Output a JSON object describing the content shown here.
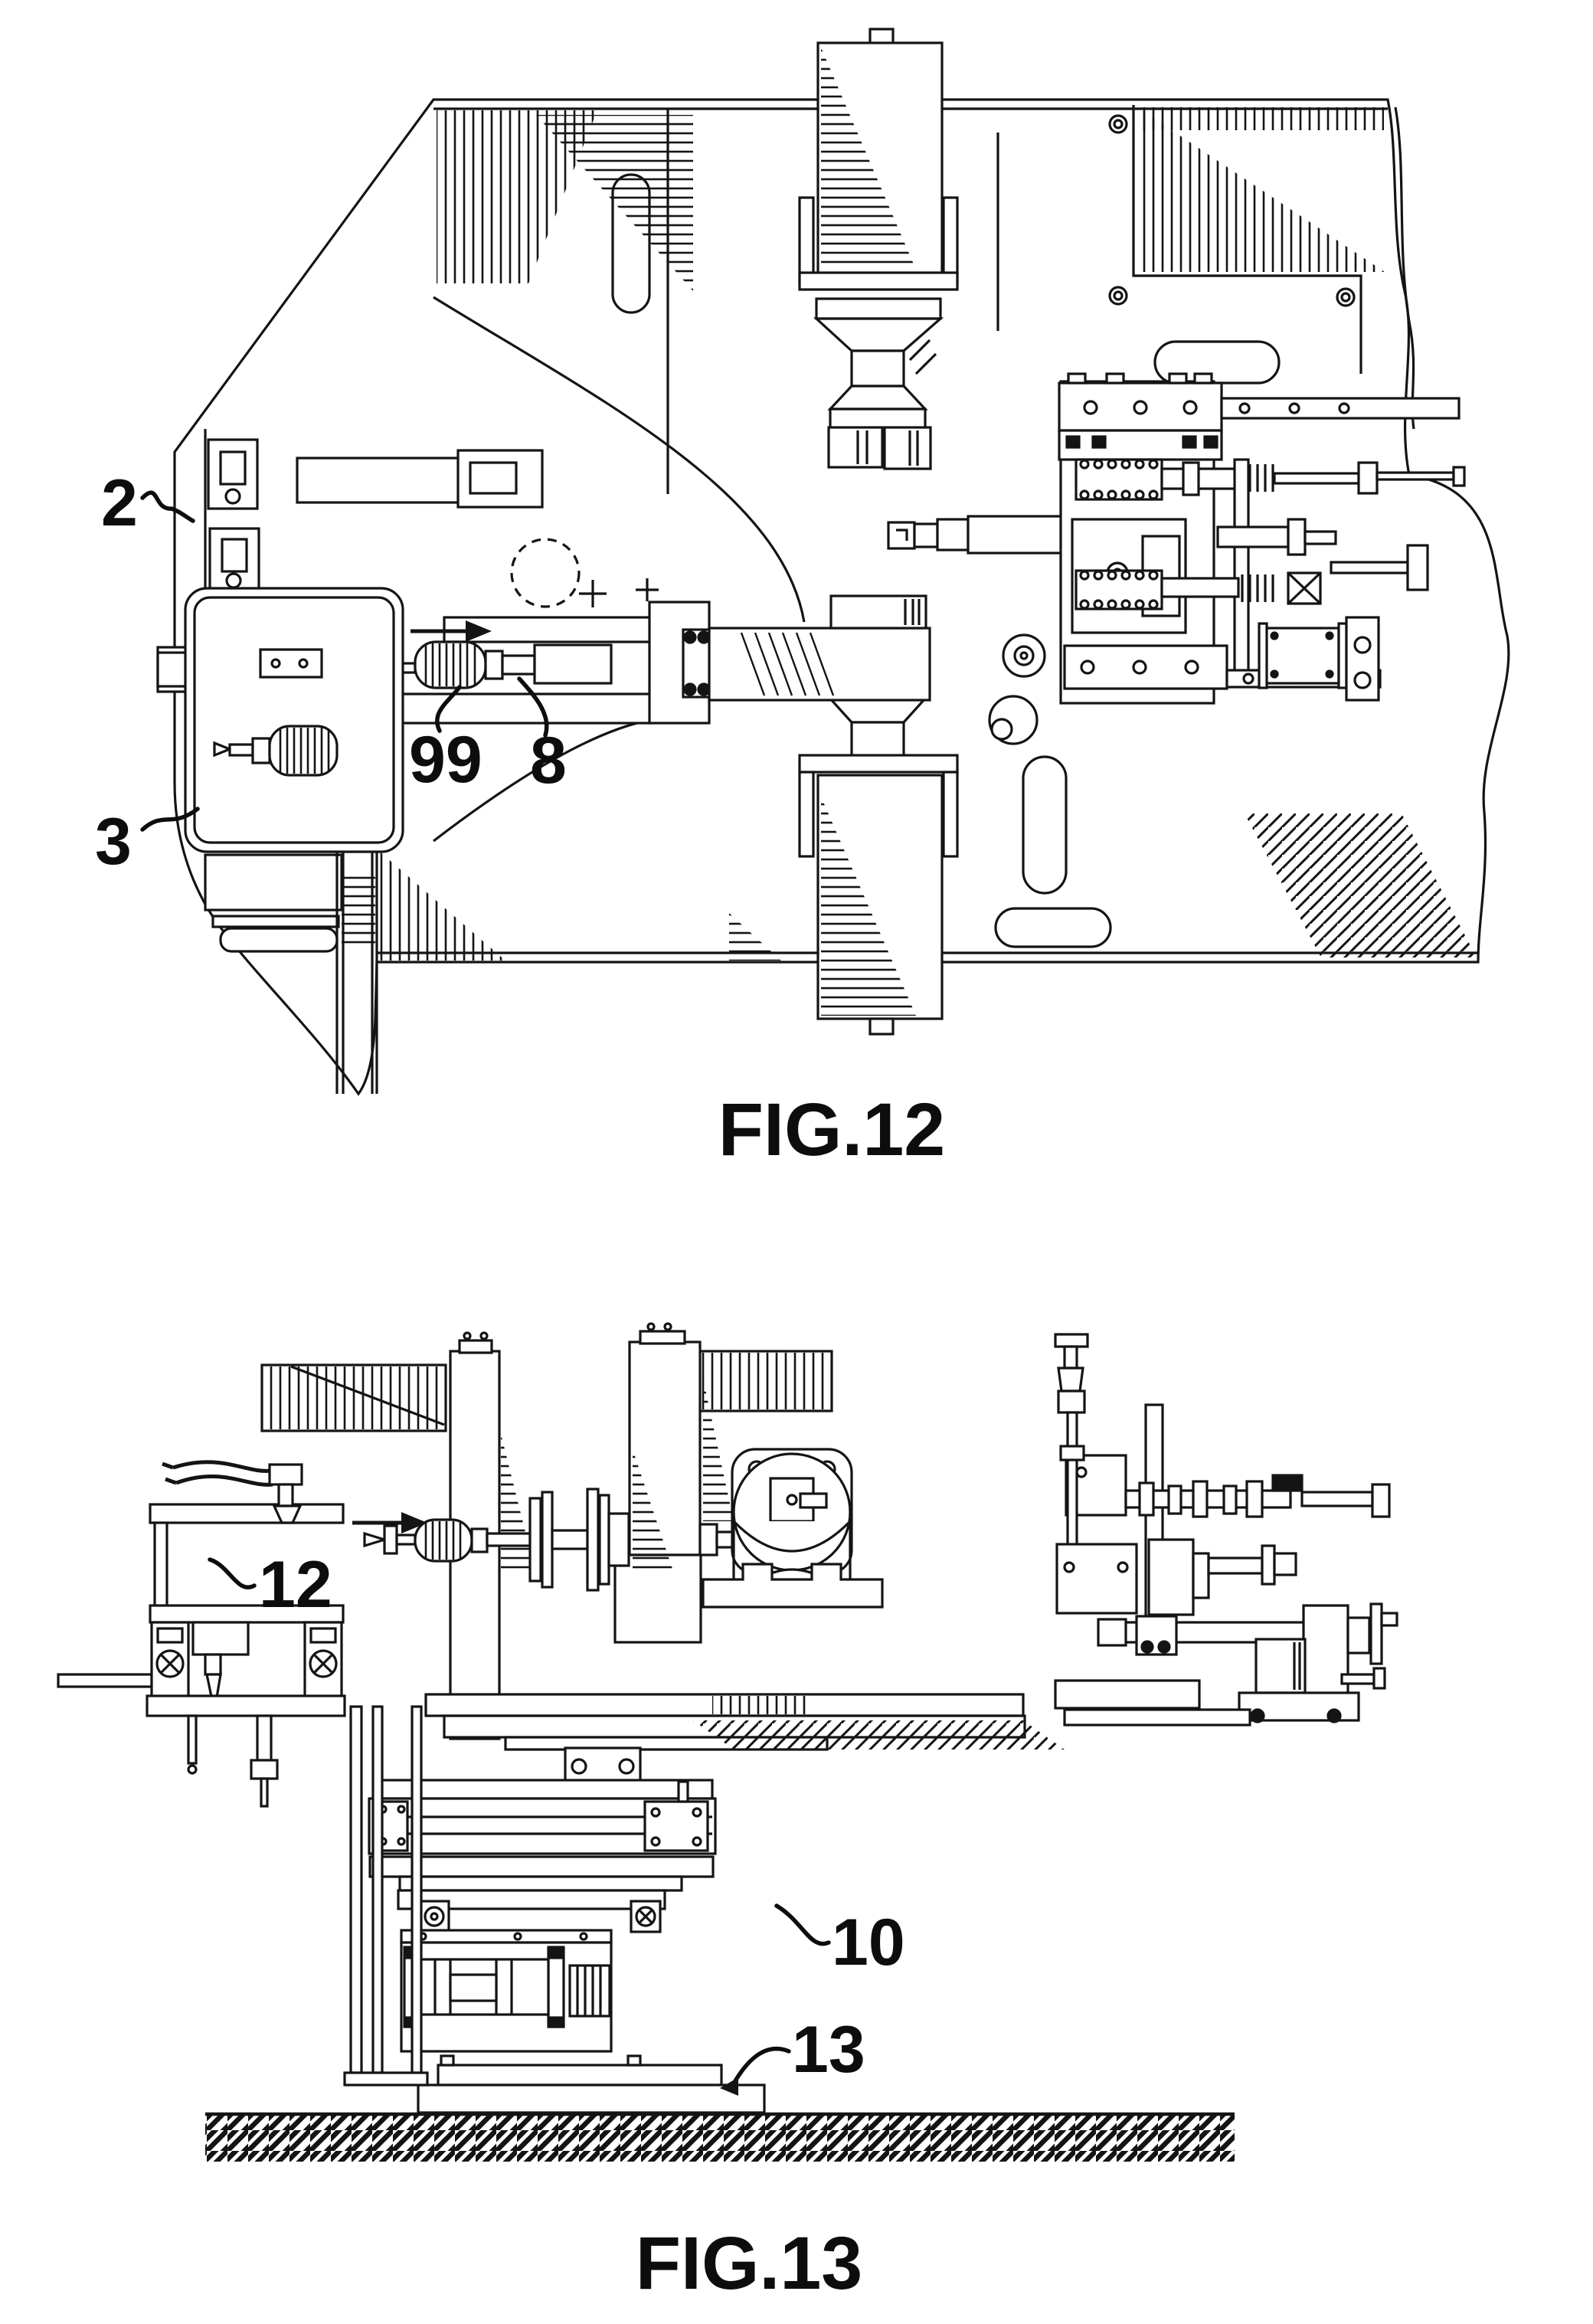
{
  "sheet": {
    "type": "patent-drawing-sheet",
    "background": "#ffffff",
    "ink": "#111111"
  },
  "figure12": {
    "caption": "FIG.12",
    "view": "top plan view of machining station",
    "reference_labels": [
      {
        "text": "2"
      },
      {
        "text": "3"
      },
      {
        "text": "99"
      },
      {
        "text": "8"
      }
    ],
    "icons": [
      {
        "name": "flow-arrow-right"
      }
    ]
  },
  "figure13": {
    "caption": "FIG.13",
    "view": "side elevation view of machining station",
    "reference_labels": [
      {
        "text": "12"
      },
      {
        "text": "10"
      },
      {
        "text": "13"
      }
    ],
    "icons": [
      {
        "name": "flow-arrow-right"
      }
    ]
  }
}
